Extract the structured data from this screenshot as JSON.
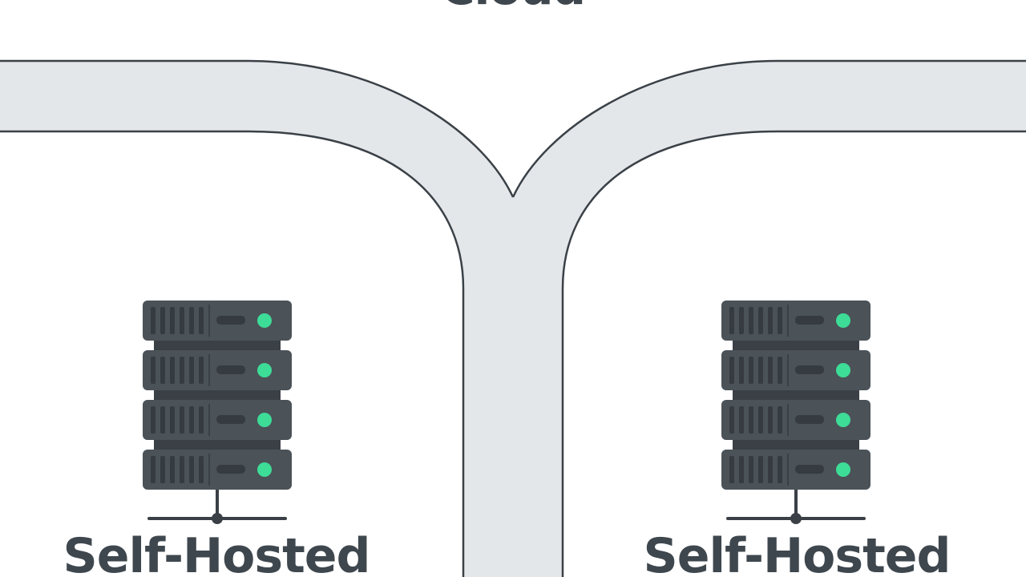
{
  "labels": {
    "top": "Cloud",
    "left": "Self-Hosted",
    "right": "Self-Hosted"
  },
  "colors": {
    "road_fill": "#e4e7ea",
    "road_outline": "#3a4147",
    "server_body": "#4b5258",
    "server_dark": "#3a4046",
    "server_led": "#3ddc97",
    "label_text": "#3f474e"
  },
  "icons": {
    "left": "server-rack-icon",
    "right": "server-rack-icon"
  }
}
